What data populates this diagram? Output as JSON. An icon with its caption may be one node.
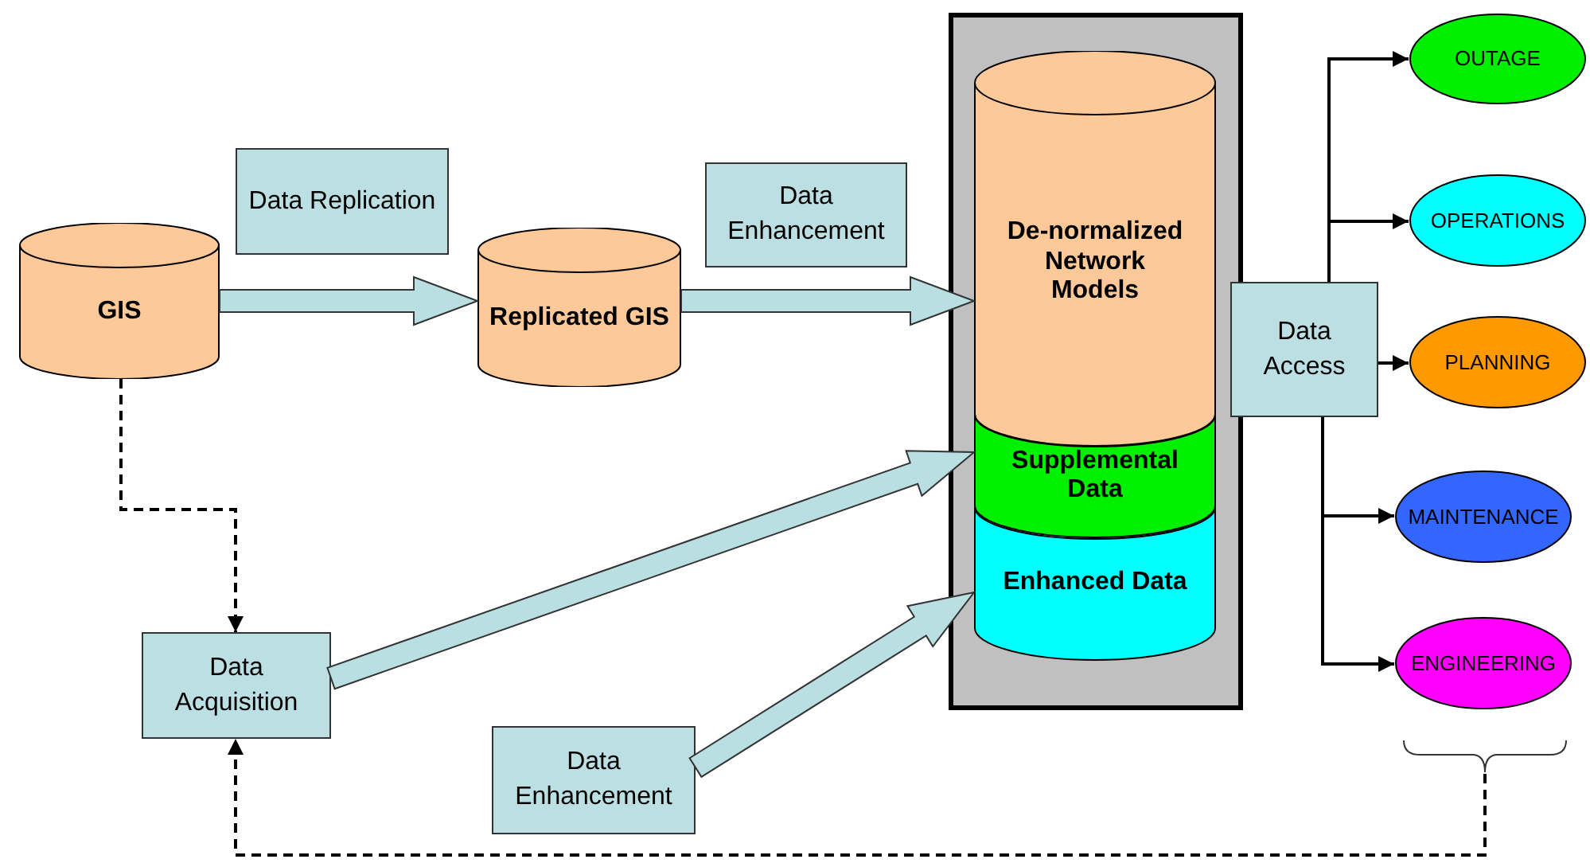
{
  "diagram": {
    "nodes": [
      {
        "text": [
          "GIS"
        ]
      },
      {
        "text": [
          "Data Replication"
        ]
      },
      {
        "text": [
          "Replicated GIS"
        ]
      },
      {
        "text": [
          "Data Enhancement"
        ]
      },
      {
        "text": [],
        "shape": "box"
      },
      {
        "text": [
          "De-normalized Network Models"
        ],
        "in": 4
      },
      {
        "text": [
          "Supplemental Data"
        ],
        "in": 4
      },
      {
        "text": [
          "Enhanced Data"
        ],
        "in": 4
      },
      {
        "text": [
          "Data Access"
        ]
      },
      {
        "text": [
          "OUTAGE"
        ]
      },
      {
        "text": [
          "OPERATIONS"
        ]
      },
      {
        "text": [
          "PLANNING"
        ]
      },
      {
        "text": [
          "MAINTENANCE"
        ]
      },
      {
        "text": [
          "ENGINEERING"
        ]
      },
      {
        "text": [
          "Data Acquisition"
        ]
      },
      {
        "text": [
          "Data Enhancement"
        ]
      },
      {
        "text": [],
        "shape": "brace"
      }
    ],
    "edges": [
      {
        "from": 0,
        "to": 2,
        "arrow": "to",
        "style": "thick",
        "color": "#b9dfe2"
      },
      {
        "from": 2,
        "to": 5,
        "arrow": "to",
        "style": "thick",
        "color": "#b9dfe2"
      },
      {
        "from": 14,
        "to": 6,
        "arrow": "to",
        "style": "thick",
        "color": "#b9dfe2"
      },
      {
        "from": 15,
        "to": 7,
        "arrow": "to",
        "style": "thick",
        "color": "#b9dfe2"
      },
      {
        "from": 0,
        "to": 14,
        "arrow": "to",
        "style": "dashed"
      },
      {
        "from": 16,
        "to": 14,
        "arrow": "to",
        "style": "dashed"
      },
      {
        "from": 8,
        "to": 9,
        "arrow": "to"
      },
      {
        "from": 8,
        "to": 10,
        "arrow": "to"
      },
      {
        "from": 8,
        "to": 11,
        "arrow": "to"
      },
      {
        "from": 8,
        "to": 12,
        "arrow": "to"
      },
      {
        "from": 8,
        "to": 13,
        "arrow": "to"
      }
    ]
  }
}
